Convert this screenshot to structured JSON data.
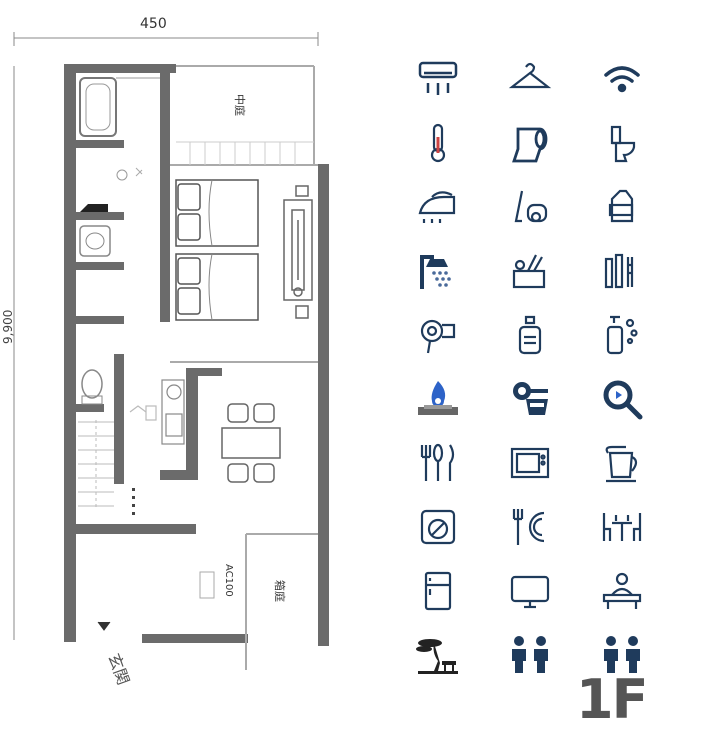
{
  "plan": {
    "width_dimension": "450",
    "length_dimension": "9,900",
    "rooms": {
      "courtyard": "中庭",
      "storage": "箱庭",
      "ac_unit": "AC100",
      "entrance": "玄関"
    }
  },
  "amenity_icons": [
    [
      "air-conditioner-icon",
      "clothes-hanger-icon",
      "wifi-icon"
    ],
    [
      "thermometer-icon",
      "toilet-paper-icon",
      "toilet-icon"
    ],
    [
      "iron-icon",
      "vacuum-cleaner-icon",
      "laundry-detergent-icon"
    ],
    [
      "shower-icon",
      "kitchen-pot-icon",
      "toiletries-icon"
    ],
    [
      "hair-dryer-icon",
      "shampoo-bottle-icon",
      "soap-dispenser-icon"
    ],
    [
      "gas-stove-icon",
      "rice-cooker-icon",
      "frying-pan-icon"
    ],
    [
      "cutlery-icon",
      "microwave-icon",
      "electric-kettle-icon"
    ],
    [
      "washing-machine-icon",
      "dinner-set-icon",
      "dining-table-icon"
    ],
    [
      "refrigerator-icon",
      "tv-icon",
      "desk-icon"
    ],
    [
      "bonsai-garden-icon",
      "two-guests-icon",
      "two-guests-icon-2"
    ]
  ],
  "colors": {
    "icon_navy": "#1f3b5c",
    "wall_gray": "#6b6b6b",
    "flame_blue": "#2d63c8"
  },
  "floor_label": "1F"
}
